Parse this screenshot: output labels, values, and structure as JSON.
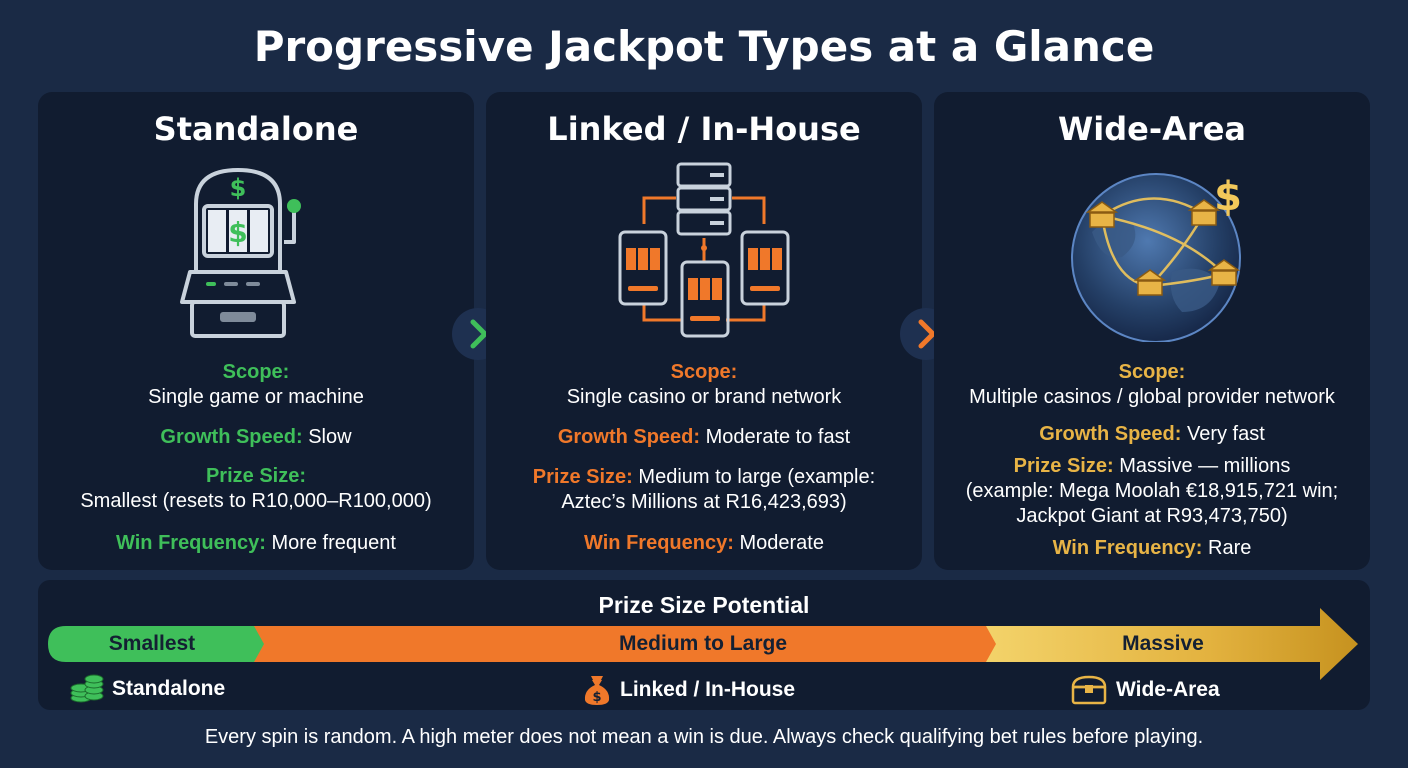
{
  "title": "Progressive Jackpot Types at a Glance",
  "colors": {
    "background": "#1a2a45",
    "card": "#111c30",
    "standalone_accent": "#3fbf5a",
    "linked_accent": "#f0782a",
    "wide_area_accent": "#e8b446"
  },
  "cards": [
    {
      "title": "Standalone",
      "icon": "slot-machine-icon",
      "scope_label": "Scope:",
      "scope_value": "Single game or machine",
      "growth_label": "Growth Speed:",
      "growth_value": "Slow",
      "prize_label": "Prize Size:",
      "prize_value": "Smallest (resets to R10,000–R100,000)",
      "freq_label": "Win Frequency:",
      "freq_value": "More frequent"
    },
    {
      "title": "Linked / In-House",
      "icon": "linked-machines-network-icon",
      "scope_label": "Scope:",
      "scope_value": "Single casino or brand network",
      "growth_label": "Growth Speed:",
      "growth_value": "Moderate to fast",
      "prize_label": "Prize Size:",
      "prize_value_1": "Medium to large (example:",
      "prize_value_2": "Aztec’s Millions at R16,423,693)",
      "freq_label": "Win Frequency:",
      "freq_value": "Moderate"
    },
    {
      "title": "Wide-Area",
      "icon": "globe-network-icon",
      "scope_label": "Scope:",
      "scope_value": "Multiple casinos / global provider network",
      "growth_label": "Growth Speed:",
      "growth_value": "Very fast",
      "prize_label": "Prize Size:",
      "prize_value_1": "Massive — millions",
      "prize_value_2": "(example: Mega Moolah €18,915,721 win;",
      "prize_value_3": "Jackpot Giant at R93,473,750)",
      "freq_label": "Win Frequency:",
      "freq_value": "Rare"
    }
  ],
  "scale": {
    "title": "Prize Size Potential",
    "segments": [
      "Smallest",
      "Medium to Large",
      "Massive"
    ],
    "tiers": [
      {
        "label": "Standalone",
        "icon": "coin-stack-icon"
      },
      {
        "label": "Linked / In-House",
        "icon": "money-bag-icon"
      },
      {
        "label": "Wide-Area",
        "icon": "treasure-chest-icon"
      }
    ]
  },
  "footer": "Every spin is random. A high meter does not mean a win is due. Always check qualifying bet rules before playing."
}
